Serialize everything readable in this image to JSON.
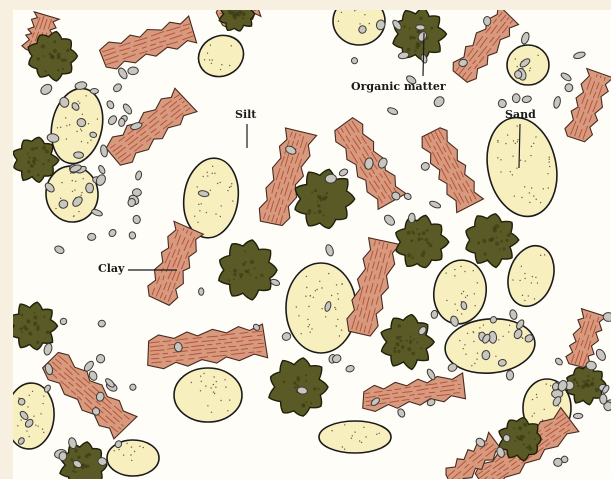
{
  "labels": {
    "organic": "Organic matter",
    "silt": "Silt",
    "sand": "Sand",
    "clay": "Clay"
  },
  "colors": {
    "paper": "#fefdf8",
    "border": "#f7f0e1",
    "sand": "#f8efbf",
    "clay": "#d89a7e",
    "clay_line": "#b5543c",
    "organic": "#5a5a26",
    "silt": "#c9c5bf",
    "ink": "#1a1a1a"
  }
}
